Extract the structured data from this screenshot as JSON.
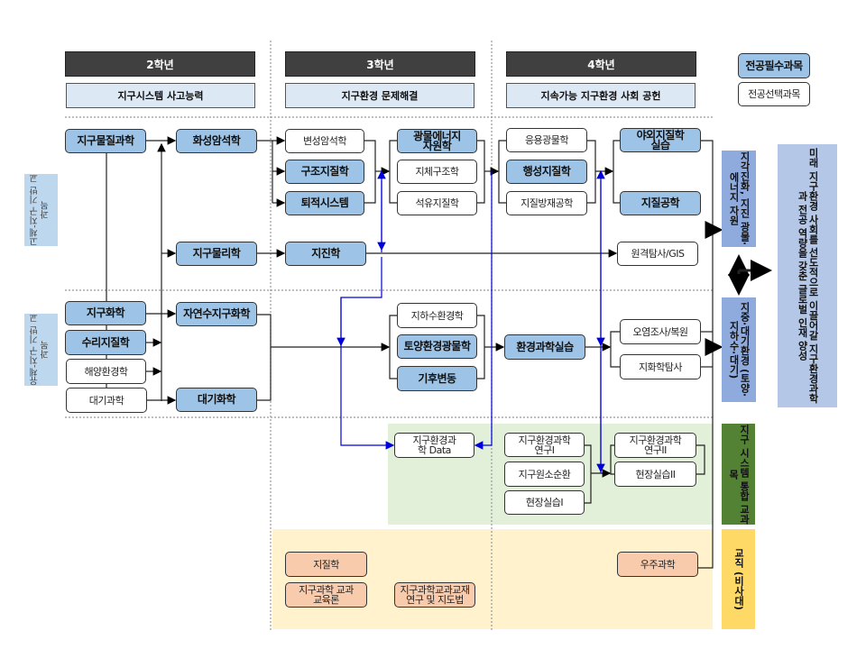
{
  "years": [
    {
      "label": "2학년",
      "theme": "지구시스템 사고능력"
    },
    {
      "label": "3학년",
      "theme": "지구환경 문제해결"
    },
    {
      "label": "4학년",
      "theme": "지속가능 지구환경 사회 공헌"
    }
  ],
  "legend": {
    "required": "전공필수과목",
    "elective": "전공선택과목"
  },
  "row_labels": {
    "solid": "고체-지구 기반 교과목",
    "fluid": "유체-지구 기반 교과목",
    "integrated": "지구 시스템 통합 교과목",
    "teaching": "교직 (비사대)"
  },
  "tracks": {
    "solid": "지각진화, 지진 광물·에너지 자원",
    "fluid": "지중·대기환경 (토양·지하수·대기)"
  },
  "goal": "미래 지구환경 사회를 선도적으로 이끌어갈 지구환경과학과 전공 역량을 갖춘 글로벌 인재 양성",
  "courses": {
    "c01": "지구물질과학",
    "c02": "화성암석학",
    "c03": "변성암석학",
    "c04": "구조지질학",
    "c05": "퇴적시스템",
    "c06": "광물에너지 자원학",
    "c07": "지체구조학",
    "c08": "석유지질학",
    "c09": "응용광물학",
    "c10": "행성지질학",
    "c11": "지질방재공학",
    "c12": "야외지질학 실습",
    "c13": "지질공학",
    "c14": "지구물리학",
    "c15": "지진학",
    "c16": "원격탐사/GIS",
    "c17": "지구화학",
    "c18": "수리지질학",
    "c19": "해양환경학",
    "c20": "대기과학",
    "c21": "자연수지구화학",
    "c22": "대기화학",
    "c23": "지하수환경학",
    "c24": "토양환경광물학",
    "c25": "기후변동",
    "c26": "환경과학실습",
    "c27": "오염조사/복원",
    "c28": "지화학탐사",
    "c29": "지구환경과학 Data",
    "c30": "지구환경과학 연구I",
    "c31": "지구원소순환",
    "c32": "현장실습I",
    "c33": "지구환경과학 연구II",
    "c34": "현장실습II",
    "c35": "지질학",
    "c36": "지구과학 교과교육론",
    "c37": "지구과학교과교재 연구 및 지도법",
    "c38": "우주과학"
  },
  "colors": {
    "required": "#9dc3e6",
    "header": "#404040",
    "theme": "#dde8f5",
    "integrated_bg": "#e2efd9",
    "integrated_label": "#548235",
    "teaching_bg": "#fff2cc",
    "teaching_label": "#ffd966",
    "teaching_course": "#f8cbad",
    "track": "#8faadc",
    "goal": "#b4c7e7",
    "link_blue": "#0000dd"
  }
}
